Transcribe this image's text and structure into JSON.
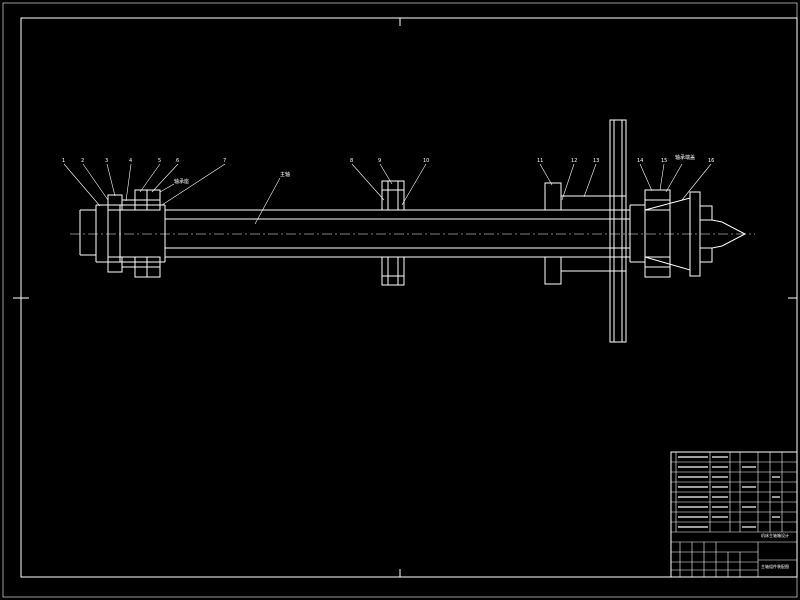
{
  "drawing": {
    "line_color": "#ffffff",
    "centerline_color": "#ffffff",
    "background": "#000000",
    "part_labels": [
      "1",
      "2",
      "3",
      "4",
      "5",
      "6",
      "7",
      "8",
      "9",
      "10",
      "11",
      "12",
      "13",
      "14",
      "15",
      "16"
    ],
    "annotations": {
      "bearing_note": "轴承座",
      "shaft_note": "主轴",
      "right_note": "轴承端盖"
    },
    "title_block": {
      "drawing_name": "主轴组件装配图",
      "company": "机床主轴箱设计"
    }
  }
}
